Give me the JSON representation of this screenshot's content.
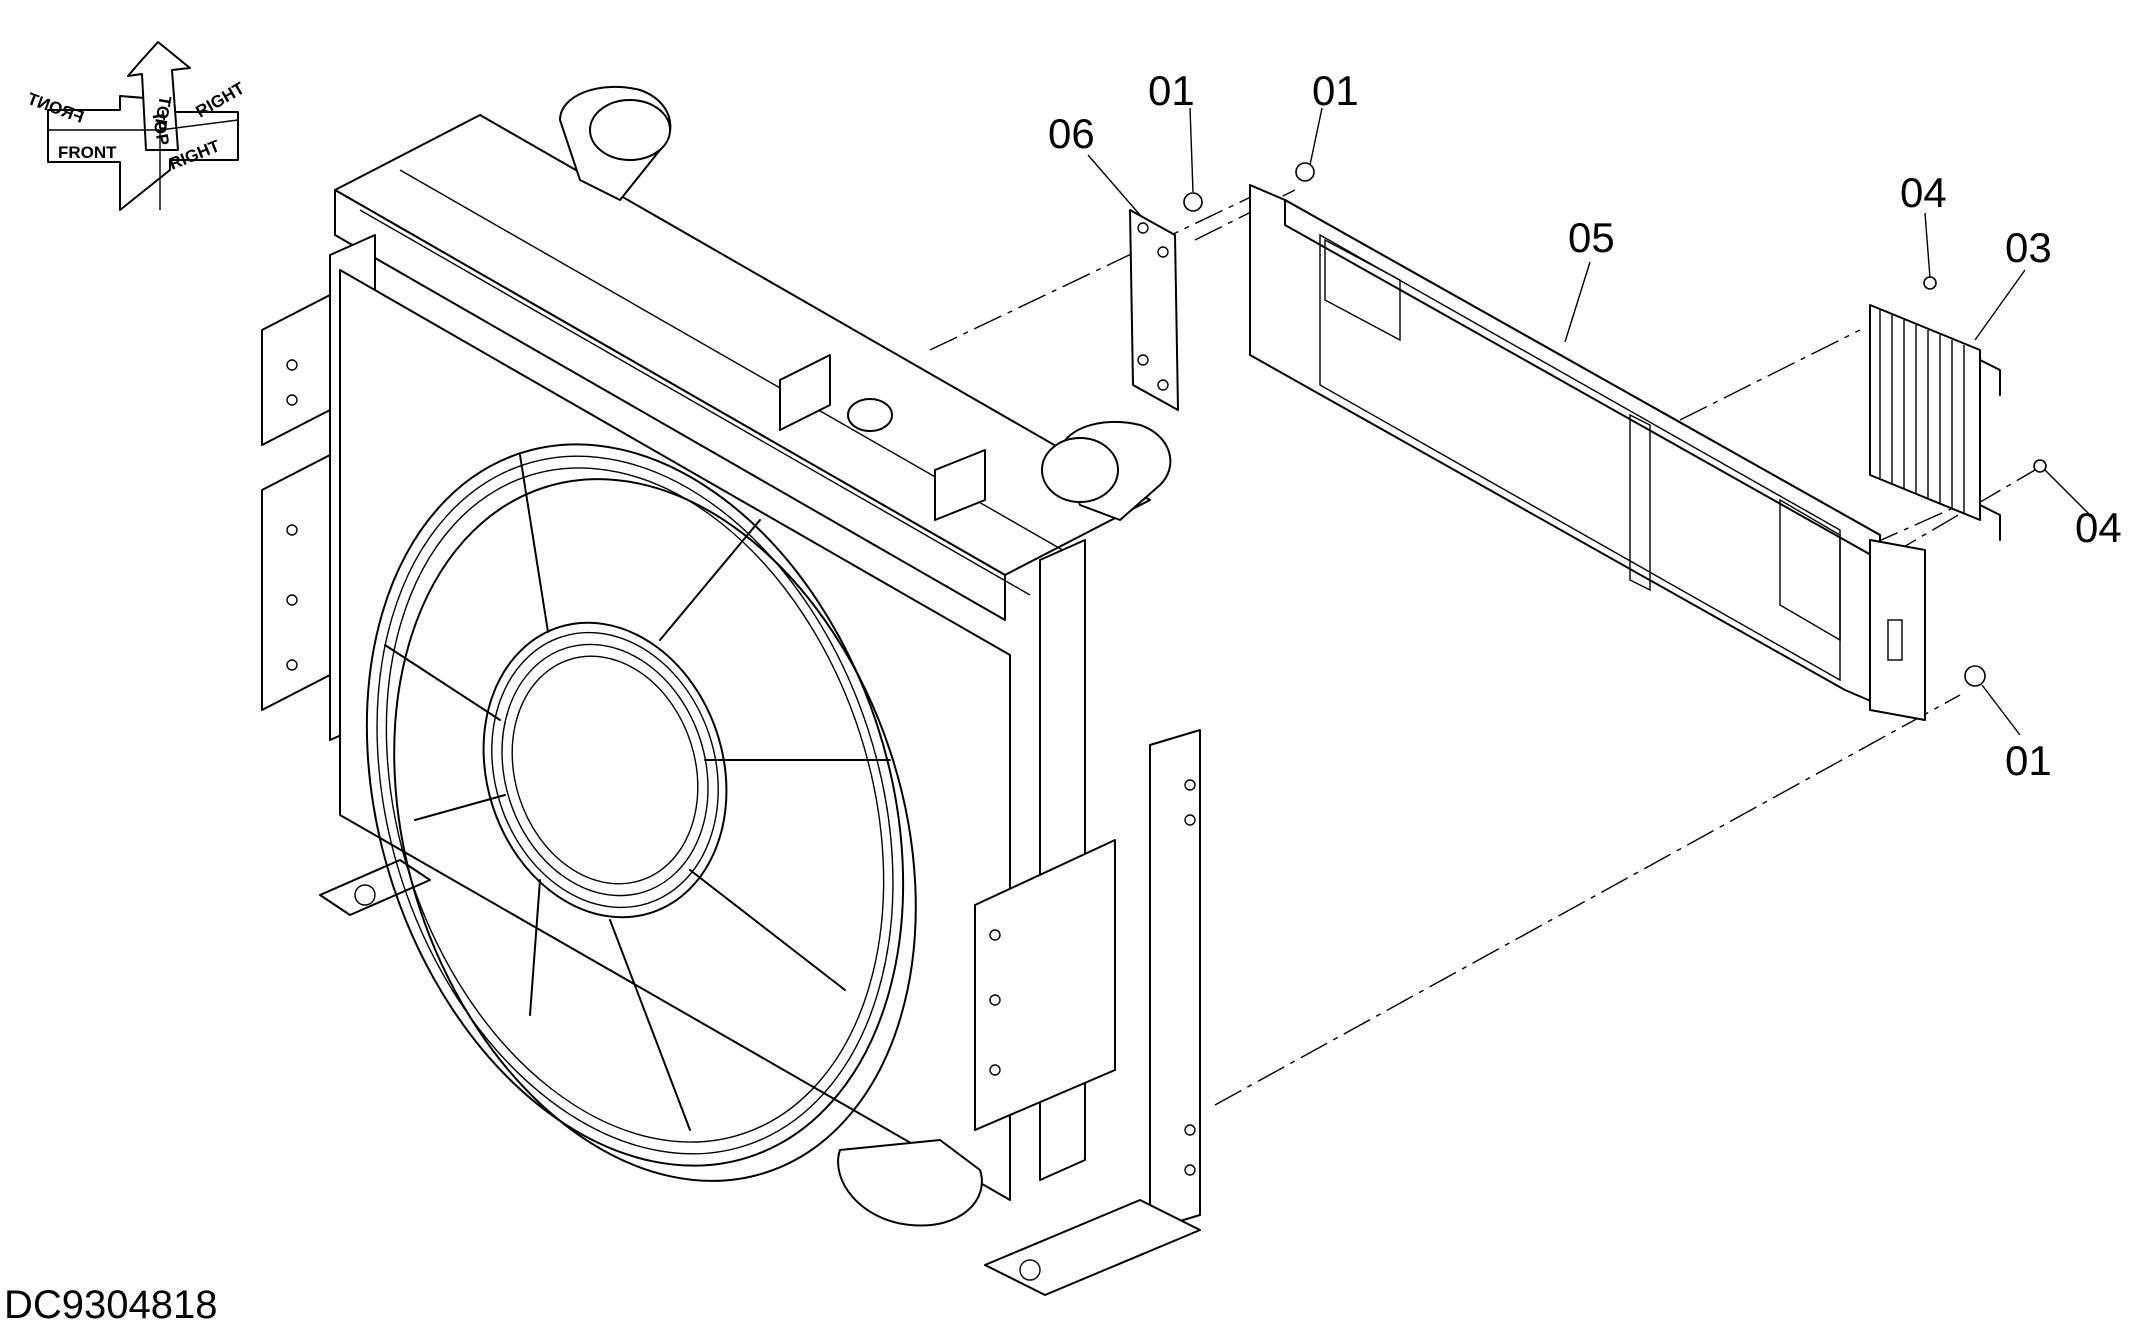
{
  "drawing_number": "DC9304818",
  "orientation_compass": {
    "labels": [
      "FRONT",
      "TOP",
      "RIGHT"
    ],
    "mirrored_labels": [
      "FRONT",
      "TOP",
      "RIGHT"
    ]
  },
  "callouts": [
    {
      "id": "bolt-upper-left",
      "label": "01"
    },
    {
      "id": "bolt-upper-right",
      "label": "01"
    },
    {
      "id": "bolt-lower-right",
      "label": "01"
    },
    {
      "id": "oil-cooler",
      "label": "03"
    },
    {
      "id": "nut-upper",
      "label": "04"
    },
    {
      "id": "nut-lower",
      "label": "04"
    },
    {
      "id": "frame-plate",
      "label": "05"
    },
    {
      "id": "bracket",
      "label": "06"
    }
  ]
}
